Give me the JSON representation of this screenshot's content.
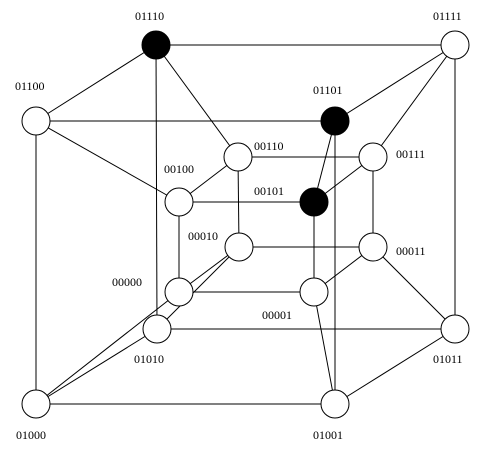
{
  "colors": {
    "active_node": "#000000",
    "inactive_node": "#ffffff",
    "edge": "#000000",
    "text": "#000000"
  },
  "nodes": [
    {
      "id": "01110",
      "label": "01110",
      "state": "active"
    },
    {
      "id": "01111",
      "label": "01111",
      "state": "inactive"
    },
    {
      "id": "01100",
      "label": "01100",
      "state": "inactive"
    },
    {
      "id": "01101",
      "label": "01101",
      "state": "active"
    },
    {
      "id": "00110",
      "label": "00110",
      "state": "inactive"
    },
    {
      "id": "00111",
      "label": "00111",
      "state": "inactive"
    },
    {
      "id": "00100",
      "label": "00100",
      "state": "inactive"
    },
    {
      "id": "00101",
      "label": "00101",
      "state": "active"
    },
    {
      "id": "00010",
      "label": "00010",
      "state": "inactive"
    },
    {
      "id": "00011",
      "label": "00011",
      "state": "inactive"
    },
    {
      "id": "00000",
      "label": "00000",
      "state": "inactive"
    },
    {
      "id": "00001",
      "label": "00001",
      "state": "inactive"
    },
    {
      "id": "01010",
      "label": "01010",
      "state": "inactive"
    },
    {
      "id": "01011",
      "label": "01011",
      "state": "inactive"
    },
    {
      "id": "01000",
      "label": "01000",
      "state": "inactive"
    },
    {
      "id": "01001",
      "label": "01001",
      "state": "inactive"
    }
  ],
  "edges": [
    [
      "01000",
      "01001"
    ],
    [
      "01000",
      "01100"
    ],
    [
      "01100",
      "01101"
    ],
    [
      "01001",
      "01101"
    ],
    [
      "01010",
      "01011"
    ],
    [
      "01010",
      "01110"
    ],
    [
      "01110",
      "01111"
    ],
    [
      "01011",
      "01111"
    ],
    [
      "01000",
      "01010"
    ],
    [
      "01001",
      "01011"
    ],
    [
      "01100",
      "01110"
    ],
    [
      "01101",
      "01111"
    ],
    [
      "00000",
      "00001"
    ],
    [
      "00000",
      "00100"
    ],
    [
      "00100",
      "00101"
    ],
    [
      "00001",
      "00101"
    ],
    [
      "00010",
      "00011"
    ],
    [
      "00010",
      "00110"
    ],
    [
      "00110",
      "00111"
    ],
    [
      "00011",
      "00111"
    ],
    [
      "00000",
      "00010"
    ],
    [
      "00001",
      "00011"
    ],
    [
      "00100",
      "00110"
    ],
    [
      "00101",
      "00111"
    ],
    [
      "00000",
      "01000"
    ],
    [
      "00001",
      "01001"
    ],
    [
      "00010",
      "01010"
    ],
    [
      "00011",
      "01011"
    ],
    [
      "00100",
      "01100"
    ],
    [
      "00101",
      "01101"
    ],
    [
      "00110",
      "01110"
    ],
    [
      "00111",
      "01111"
    ]
  ]
}
